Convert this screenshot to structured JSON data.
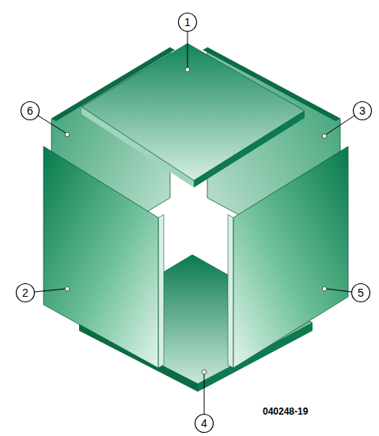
{
  "diagram": {
    "labels": [
      "1",
      "6",
      "3",
      "2",
      "5",
      "4",
      "040248-19"
    ]
  }
}
